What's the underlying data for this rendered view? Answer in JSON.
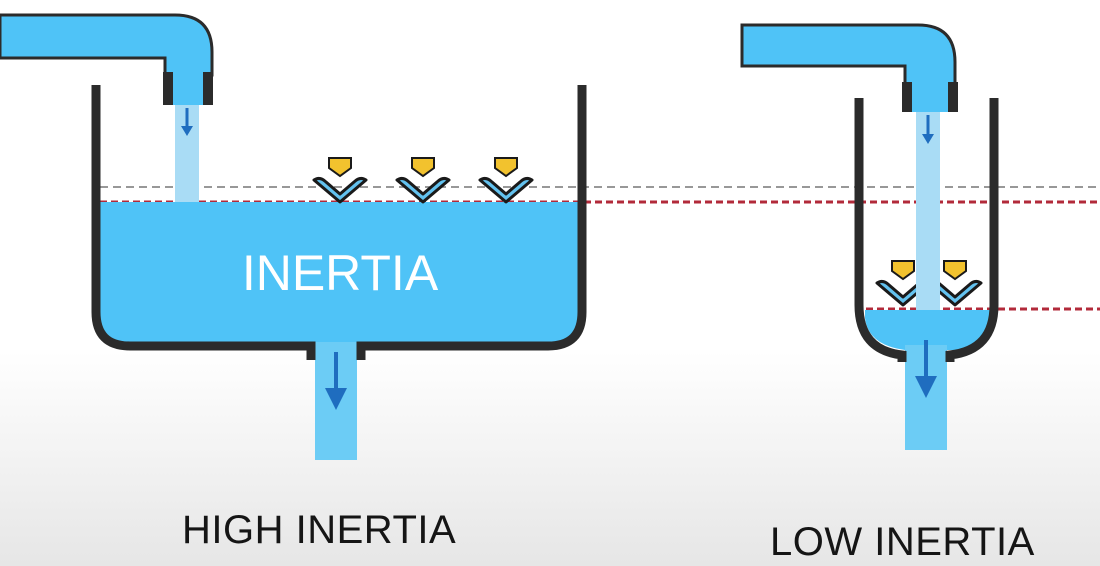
{
  "tank_label": "INERTIA",
  "left_caption": "HIGH INERTIA",
  "right_caption": "LOW INERTIA",
  "colors": {
    "water": "#4fc3f7",
    "stream": "#a9dcf5",
    "wall": "#2b2b2b",
    "arrow": "#1f6dbf",
    "float_body": "#63c2ef",
    "float_cap": "#f2c22e",
    "level_line": "#b22a3a"
  },
  "left_floats": 3,
  "right_floats": 2
}
